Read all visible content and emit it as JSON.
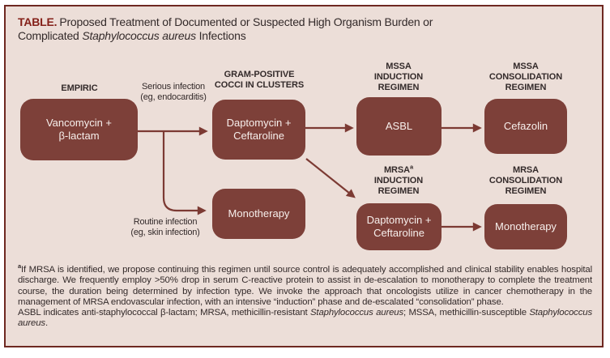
{
  "colors": {
    "frame_border": "#6e2821",
    "panel_bg": "#ecded8",
    "box_fill": "#7d4039",
    "box_text": "#f7efec",
    "arrow": "#7c3a33",
    "accent_red": "#842019",
    "ink": "#332a2a"
  },
  "header": {
    "label": "TABLE.",
    "title_text": "Proposed Treatment of Documented or Suspected High Organism Burden or Complicated ",
    "title_italic": "Staphylococcus aureus",
    "title_suffix": " Infections"
  },
  "flow": {
    "headers": [
      {
        "top": "EMPIRIC"
      },
      {
        "top": "GRAM-POSITIVE",
        "rest": "COCCI IN CLUSTERS"
      },
      {
        "top": "MSSA",
        "rest": "INDUCTION\nREGIMEN"
      },
      {
        "top": "MSSA",
        "rest": "CONSOLIDATION\nREGIMEN"
      },
      {
        "top": "MRSA",
        "sup": "a",
        "rest": "INDUCTION\nREGIMEN"
      },
      {
        "top": "MRSA",
        "rest": "CONSOLIDATION\nREGIMEN"
      }
    ],
    "boxes": [
      {
        "label": "Vancomycin +\nβ-lactam"
      },
      {
        "label": "Daptomycin +\nCeftaroline"
      },
      {
        "label": "Monotherapy"
      },
      {
        "label": "ASBL"
      },
      {
        "label": "Cefazolin"
      },
      {
        "label": "Daptomycin +\nCeftaroline"
      },
      {
        "label": "Monotherapy"
      }
    ],
    "edge_labels": [
      {
        "text": "Serious infection\n(eg, endocarditis)"
      },
      {
        "text": "Routine infection\n(eg, skin infection)"
      }
    ]
  },
  "footnote": {
    "sup": "a",
    "para1": "If MRSA is identified, we propose continuing this regimen until source control is adequately accomplished and clinical stability enables hospital discharge. We frequently employ >50% drop in serum C-reactive protein to assist in de-escalation to monotherapy to complete the treatment course, the duration being determined by infection type. We invoke the approach that oncologists utilize in cancer chemotherapy in the management of MRSA endovascular infection, with an intensive “induction” phase and de-escalated “consolidation” phase.",
    "para2_s1": "ASBL indicates anti-staphylococcal β-lactam; MRSA, methicillin-resistant ",
    "para2_i1": "Staphylococcus aureus",
    "para2_s2": "; MSSA, methicillin-susceptible ",
    "para2_i2": "Staphylococcus aureus",
    "para2_s3": "."
  }
}
